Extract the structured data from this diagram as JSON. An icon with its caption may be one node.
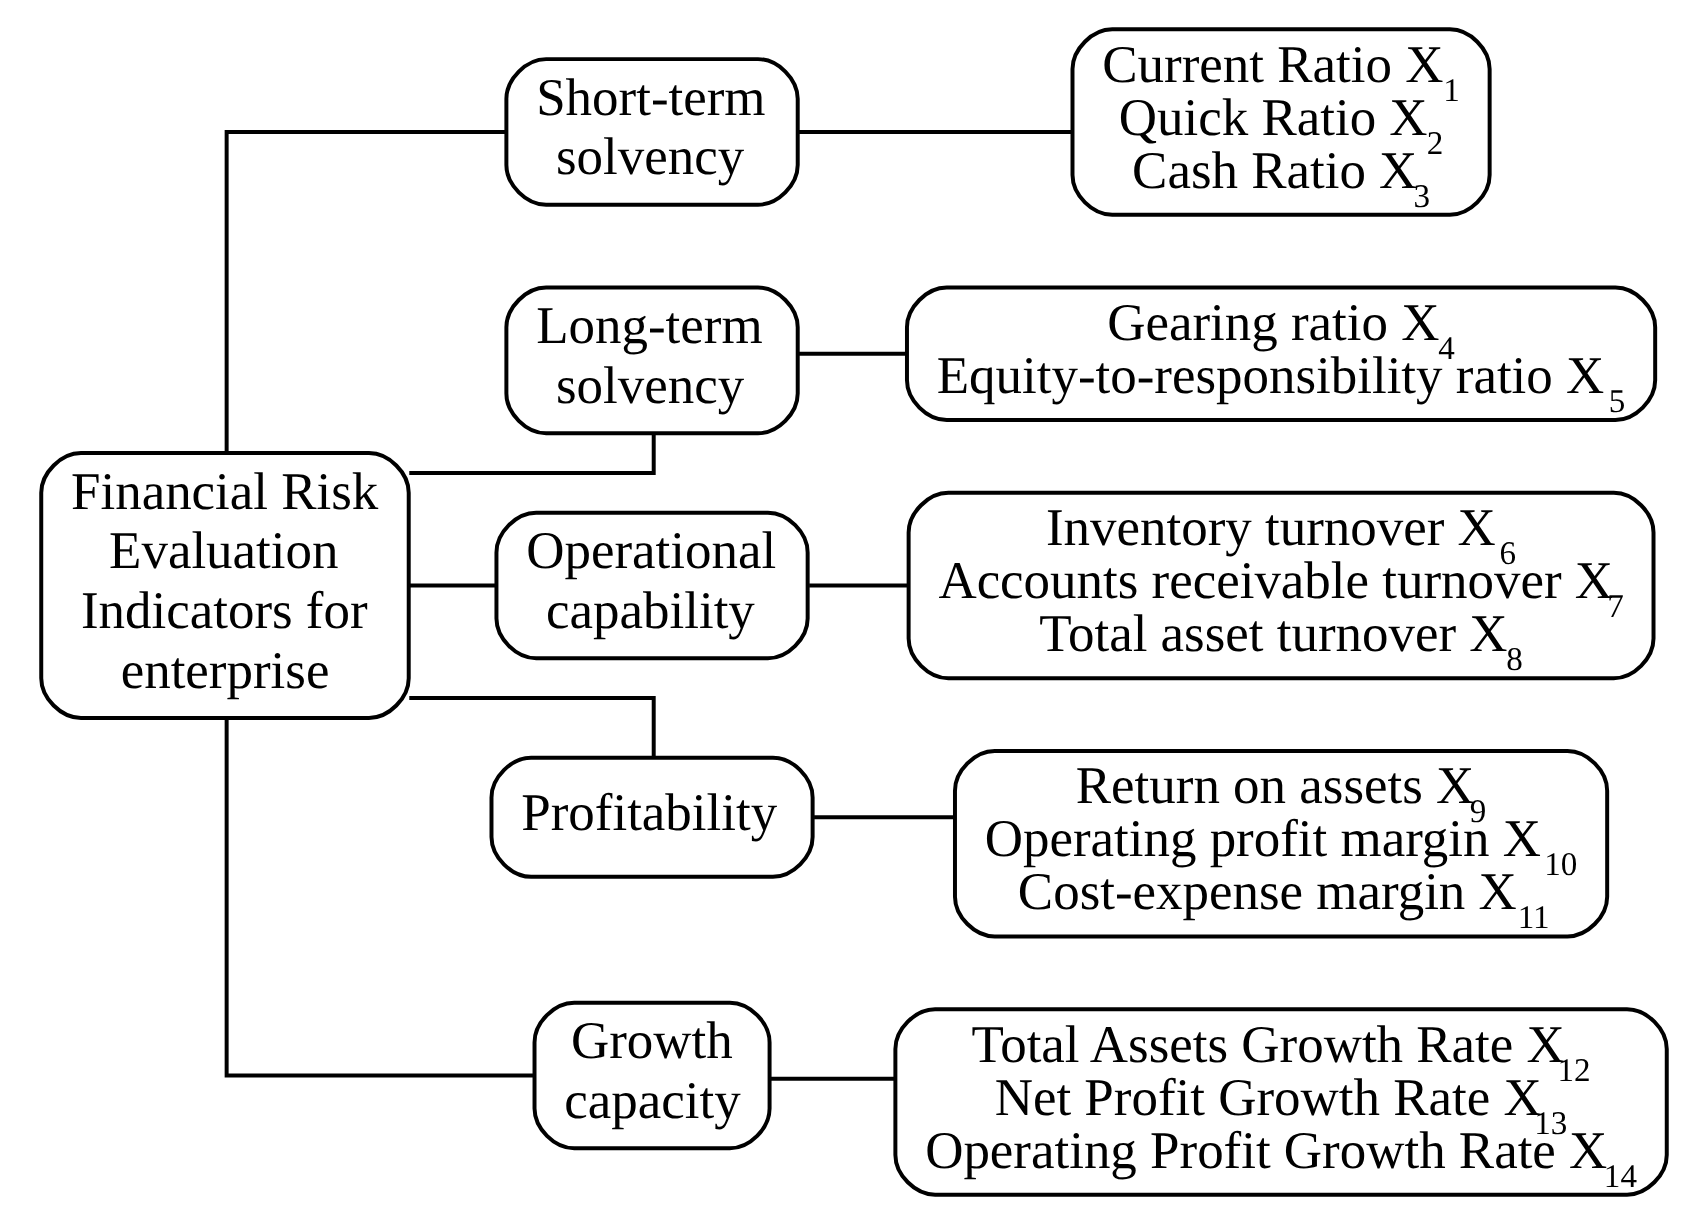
{
  "diagram": {
    "nodes": [
      {
        "text": [
          "Financial Risk Evaluation Indicators for enterprise"
        ]
      },
      {
        "text": [
          "Short-term solvency"
        ]
      },
      {
        "text": [
          "Current Ratio X$_{1}$",
          "Quick Ratio X$_{2}$",
          "Cash Ratio X$_{3}$"
        ]
      },
      {
        "text": [
          "Long-term solvency"
        ]
      },
      {
        "text": [
          "Gearing ratio X$_{4}$",
          "Equity-to-responsibility ratio X$_{5}$"
        ]
      },
      {
        "text": [
          "Operational capability"
        ]
      },
      {
        "text": [
          "Inventory turnover X$_{6}$",
          "Accounts receivable turnover X$_{7}$",
          "Total asset turnover X$_{8}$"
        ]
      },
      {
        "text": [
          "Profitability"
        ]
      },
      {
        "text": [
          "Return on assets X$_{9}$",
          "Operating profit margin X$_{10}$",
          "Cost-expense margin X$_{11}$"
        ]
      },
      {
        "text": [
          "Growth capacity"
        ]
      },
      {
        "text": [
          "Total Assets Growth Rate X$_{12}$",
          "Net Profit Growth Rate X$_{13}$",
          "Operating Profit Growth Rate X$_{14}$"
        ]
      }
    ],
    "edges": [
      {
        "from": 0,
        "to": 1,
        "arrow": "none"
      },
      {
        "from": 0,
        "to": 3,
        "arrow": "none"
      },
      {
        "from": 0,
        "to": 5,
        "arrow": "none"
      },
      {
        "from": 0,
        "to": 7,
        "arrow": "none"
      },
      {
        "from": 0,
        "to": 9,
        "arrow": "none"
      },
      {
        "from": 1,
        "to": 2,
        "arrow": "none"
      },
      {
        "from": 3,
        "to": 4,
        "arrow": "none"
      },
      {
        "from": 5,
        "to": 6,
        "arrow": "none"
      },
      {
        "from": 7,
        "to": 8,
        "arrow": "none"
      },
      {
        "from": 9,
        "to": 10,
        "arrow": "none"
      }
    ]
  }
}
